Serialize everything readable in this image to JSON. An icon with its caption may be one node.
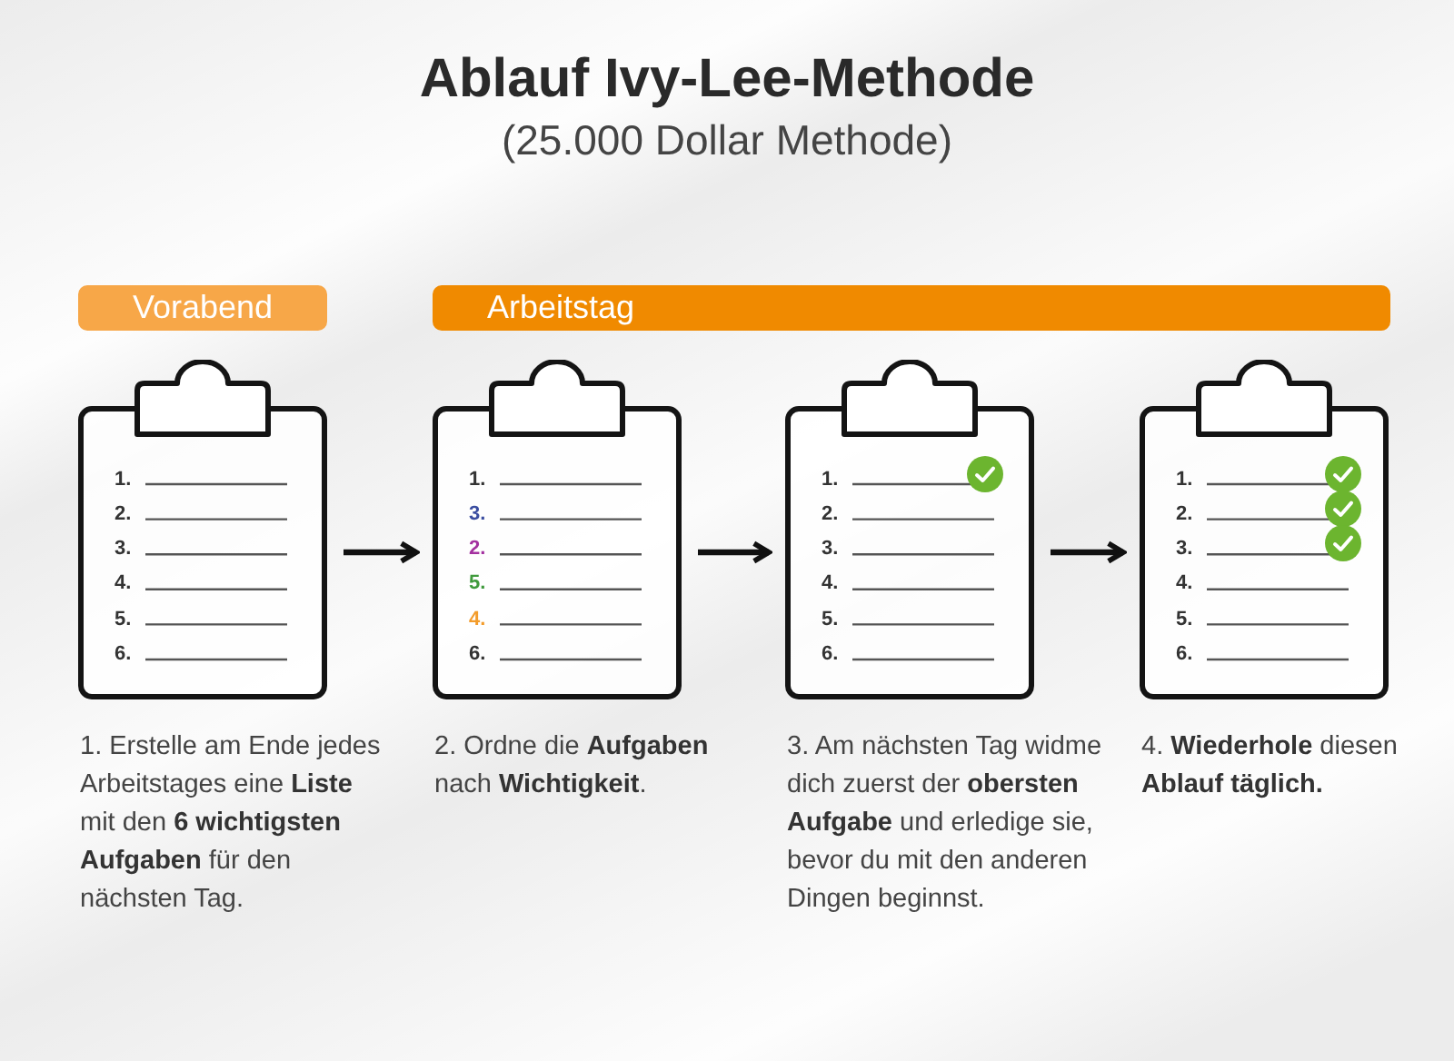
{
  "diagram": {
    "title": "Ablauf Ivy-Lee-Methode",
    "nodes": [
      {
        "text": [
          "Vorabend"
        ]
      },
      {
        "text": [
          "Arbeitstag"
        ]
      },
      {
        "text": [
          "1.",
          "2.",
          "3.",
          "4.",
          "5.",
          "6."
        ],
        "beside": [
          "1. Erstelle am Ende jedes Arbeitstages eine **Liste** mit den **6 wichtigsten Aufgaben** für den nächsten Tag."
        ]
      },
      {
        "text": [
          "1.",
          "3.",
          "2.",
          "5.",
          "4.",
          "6."
        ],
        "beside": [
          "2. Ordne die **Aufgaben** nach **Wichtigkeit**."
        ]
      },
      {
        "text": [
          "1.",
          "2.",
          "3.",
          "4.",
          "5.",
          "6."
        ],
        "beside": [
          "3. Am nächsten Tag widme dich zuerst der **obersten Aufgabe** und erledige sie, bevor du mit den anderen Dingen beginnst."
        ]
      },
      {
        "text": [
          "1.",
          "2.",
          "3.",
          "4.",
          "5.",
          "6."
        ],
        "beside": [
          "4. **Wiederhole** diesen **Ablauf täglich.**"
        ]
      }
    ],
    "edges": [
      {
        "from": 2,
        "to": 3,
        "arrow": "to"
      },
      {
        "from": 3,
        "to": 4,
        "arrow": "to"
      },
      {
        "from": 4,
        "to": 5,
        "arrow": "to"
      }
    ],
    "labels": [
      "(25.000 Dollar Methode)"
    ]
  }
}
